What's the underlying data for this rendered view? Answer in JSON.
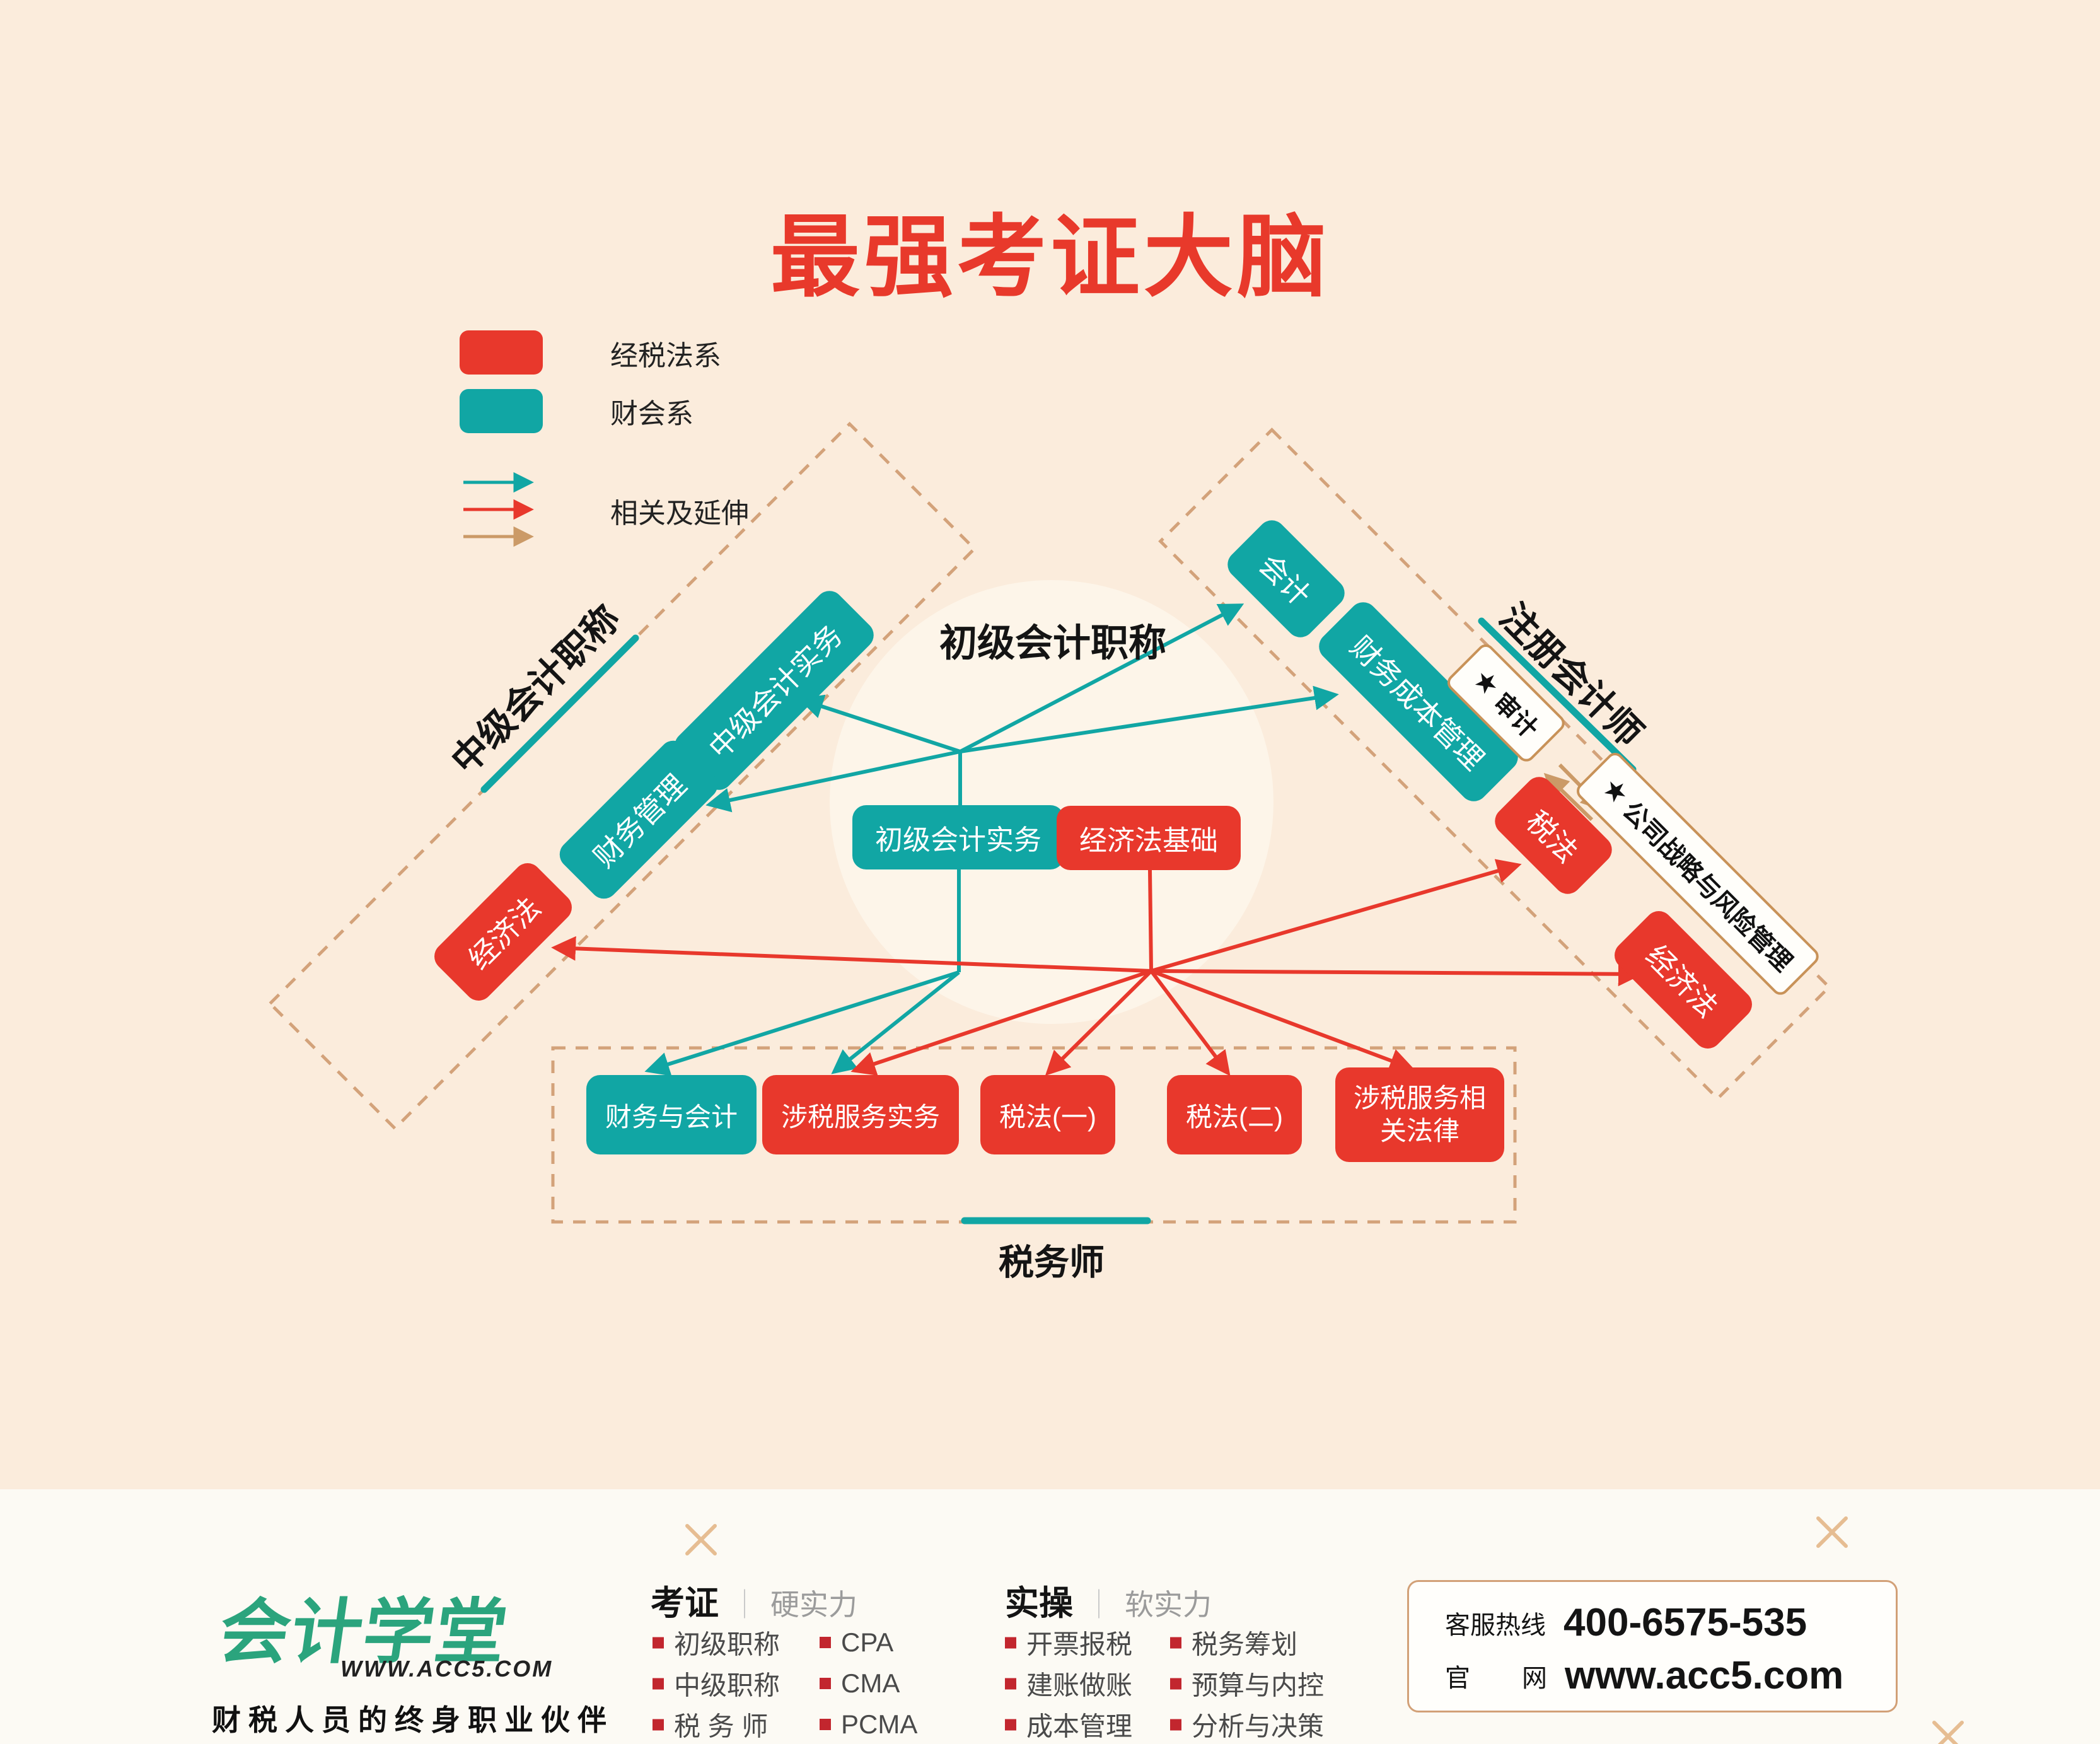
{
  "title": "最强考证大脑",
  "colors": {
    "law_red": "#E8382C",
    "finance_teal": "#11A6A4",
    "dash_tan": "#D3A27A",
    "arrow_tan": "#CB9A67",
    "background": "#FBECDC",
    "footer_background": "#FCFAF4",
    "logo_green": "#2BA47D"
  },
  "icons": {
    "star": "★"
  },
  "legend": {
    "items": [
      {
        "label": "经税法系",
        "color": "#E8382C"
      },
      {
        "label": "财会系",
        "color": "#11A6A4"
      }
    ],
    "arrows_label": "相关及延伸"
  },
  "groups": {
    "junior": {
      "label": "初级会计职称",
      "boxes": [
        {
          "text": "初级会计实务"
        },
        {
          "text": "经济法基础"
        }
      ]
    },
    "intermediate": {
      "label": "中级会计职称",
      "boxes": [
        {
          "text": "中级会计实务"
        },
        {
          "text": "财务管理"
        },
        {
          "text": "经济法"
        }
      ]
    },
    "cpa": {
      "label": "注册会计师",
      "boxes": [
        {
          "text": "会计"
        },
        {
          "text": "财务成本管理"
        },
        {
          "text": "审计",
          "starred": true
        },
        {
          "text": "税法"
        },
        {
          "text": "公司战略与风险管理",
          "starred": true
        },
        {
          "text": "经济法"
        }
      ]
    },
    "tax_agent": {
      "label": "税务师",
      "boxes": [
        {
          "text": "财务与会计"
        },
        {
          "text": "涉税服务实务"
        },
        {
          "text": "税法(一)"
        },
        {
          "text": "税法(二)"
        },
        {
          "text": "涉税服务相关法律"
        }
      ]
    }
  },
  "footer": {
    "logo": {
      "name": "会计学堂",
      "site": "WWW.ACC5.COM",
      "tagline": "财税人员的终身职业伙伴"
    },
    "exam": {
      "title": "考证",
      "divider": "｜",
      "subtitle": "硬实力",
      "col1": [
        "初级职称",
        "中级职称",
        "税 务 师"
      ],
      "col2": [
        "CPA",
        "CMA",
        "PCMA"
      ]
    },
    "practice": {
      "title": "实操",
      "divider": "｜",
      "subtitle": "软实力",
      "col1": [
        "开票报税",
        "建账做账",
        "成本管理"
      ],
      "col2": [
        "税务筹划",
        "预算与内控",
        "分析与决策"
      ]
    },
    "contact": {
      "hotline_label": "客服热线",
      "hotline": "400-6575-535",
      "site_label_left": "官",
      "site_label_right": "网",
      "site": "www.acc5.com"
    }
  }
}
